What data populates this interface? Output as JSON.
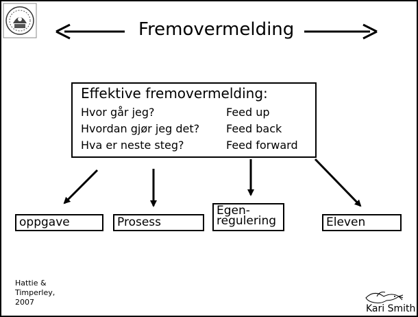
{
  "title": "Fremovermelding",
  "box": {
    "heading": "Effektive fremovermelding:",
    "rows": [
      {
        "question": "Hvor går jeg?",
        "feed": "Feed up"
      },
      {
        "question": "Hvordan gjør jeg det?",
        "feed": "Feed back"
      },
      {
        "question": "Hva er neste steg?",
        "feed": "Feed forward"
      }
    ]
  },
  "categories": [
    {
      "line1": "oppgave"
    },
    {
      "line1": "Prosess"
    },
    {
      "line1": "Egen-",
      "line2": "regulering"
    },
    {
      "line1": "Eleven"
    }
  ],
  "source": {
    "line1": "Hattie &",
    "line2": "Timperley,",
    "line3": "2007"
  },
  "signature": "Kari Smith"
}
